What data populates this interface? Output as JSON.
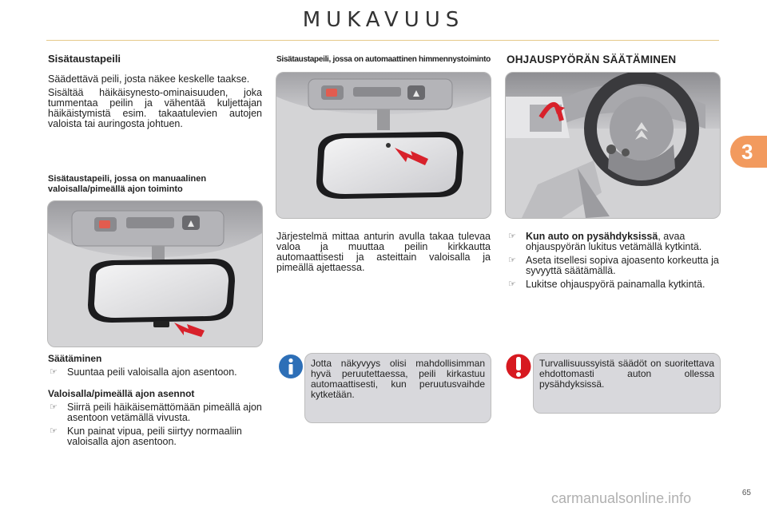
{
  "header": {
    "title": "MUKAVUUS",
    "chapter": "3",
    "page": "65"
  },
  "left": {
    "title": "Sisätaustapeili",
    "paragraphs": [
      "Säädettävä peili, josta näkee keskelle taakse.",
      "Sisältää häikäisynesto-ominaisuuden, joka tummentaa peilin ja vähentää kuljettajan häikäistymistä esim. takaatulevien autojen valoista tai auringosta johtuen."
    ],
    "manual_title": "Sisätaustapeili, jossa on manuaalinen valoisalla/pimeällä ajon toiminto",
    "adjust_title": "Säätäminen",
    "adjust_bullets": [
      "Suuntaa peili valoisalla ajon asentoon."
    ],
    "daynight_title": "Valoisalla/pimeällä ajon asennot",
    "daynight_bullets": [
      "Siirrä peili häikäisemättömään pimeällä ajon asentoon vetämällä vivusta.",
      "Kun painat vipua, peili siirtyy normaaliin valoisalla ajon asentoon."
    ]
  },
  "middle": {
    "caption": "Sisätaustapeili, jossa on automaattinen himmennystoiminto",
    "paragraph": "Järjestelmä mittaa anturin avulla takaa tulevaa valoa ja muuttaa peilin kirkkautta automaattisesti ja asteittain valoisalla ja pimeällä ajettaessa.",
    "note": "Jotta näkyvyys olisi mahdollisimman hyvä peruutettaessa, peili kirkastuu automaattisesti, kun peruutusvaihde kytketään."
  },
  "right": {
    "title": "OHJAUSPYÖRÄN SÄÄTÄMINEN",
    "bullet1_bold": "Kun auto on pysähdyksissä",
    "bullet1_rest": ", avaa ohjauspyörän lukitus vetämällä kytkintä.",
    "bullets": [
      "Aseta itsellesi sopiva ajoasento korkeutta ja syvyyttä säätämällä.",
      "Lukitse ohjauspyörä painamalla kytkintä."
    ],
    "warning": "Turvallisuussyistä säädöt on suoritettava ehdottomasti auton ollessa pysähdyksissä."
  },
  "watermark": "carmanualsonline.info",
  "colors": {
    "accent_orange": "#f29a5e",
    "info_blue": "#2d6fb7",
    "warn_red": "#d71920",
    "arrow_red": "#d8212b"
  }
}
